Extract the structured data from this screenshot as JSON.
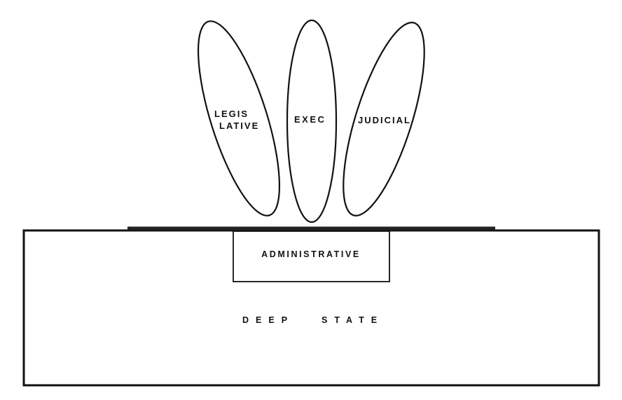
{
  "branches": {
    "legislative_line1": "LEGIS",
    "legislative_line2": "LATIVE",
    "executive": "EXEC",
    "judicial": "JUDICIAL"
  },
  "administrative": "ADMINISTRATIVE",
  "deep_state_word1": "DEEP",
  "deep_state_word2": "STATE",
  "colors": {
    "stroke": "#111111",
    "background": "#ffffff"
  }
}
